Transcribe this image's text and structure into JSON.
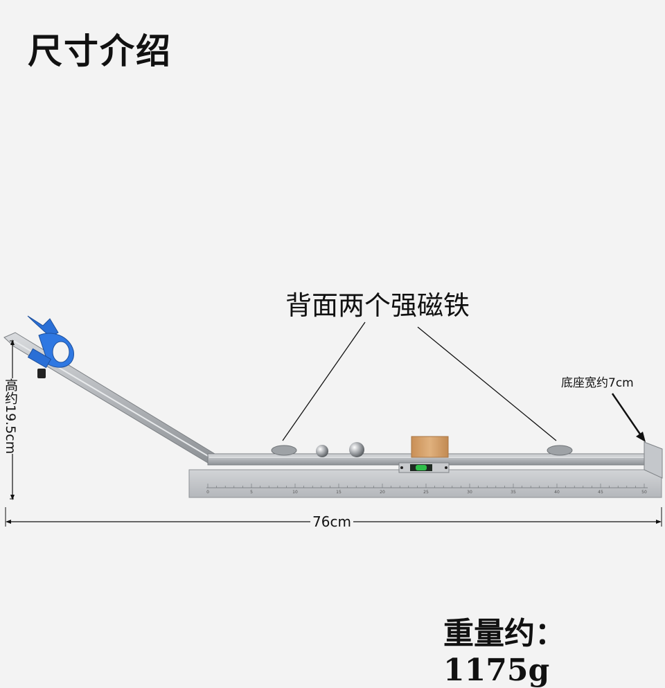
{
  "title": "尺寸介绍",
  "labels": {
    "magnets": "背面两个强磁铁",
    "base_width": "底座宽约7cm",
    "height": "高约19.5cm",
    "length": "76cm",
    "weight": "重量约：1175g"
  },
  "ruler": {
    "tick_labels": [
      "0",
      "5",
      "10",
      "15",
      "20",
      "25",
      "30",
      "35",
      "40",
      "45",
      "50"
    ]
  },
  "colors": {
    "background": "#f3f3f3",
    "metal": "#b9bcc0",
    "clamp": "#2a6fd6",
    "wood_block": "#d8a873",
    "level_bubble": "#2fbf4a"
  }
}
